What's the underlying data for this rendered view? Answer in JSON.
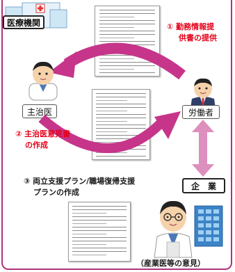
{
  "labels": {
    "hospital": "医療機関",
    "doctor": "主治医",
    "worker": "労働者",
    "company": "企　業",
    "step1_line1": "① 勤務情報提",
    "step1_line2": "供書の提供",
    "step2_line1": "② 主治医意見書",
    "step2_line2": "の作成",
    "step3_line1": "③ 両立支援プラン/職場復帰支援",
    "step3_line2": "プランの作成",
    "occupational_opinion": "（産業医等の意見）"
  },
  "colors": {
    "frame": "#b0337a",
    "curved_arrow": "#c6358a",
    "vertical_arrow": "#dd8fbd",
    "step_text_red": "#e6001a"
  },
  "icons": [
    "hospital-building-icon",
    "doctor-person-icon",
    "worker-person-icon",
    "company-building-icon",
    "industrial-doctor-icon",
    "document-icon"
  ]
}
